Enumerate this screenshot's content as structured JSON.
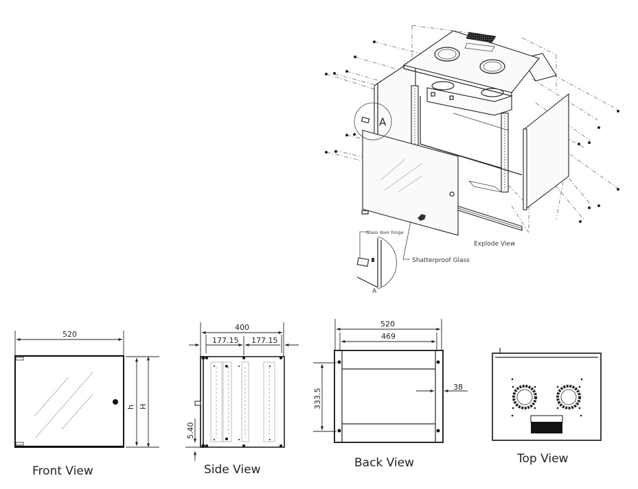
{
  "diagram": {
    "explode_view": {
      "title": "Explode View",
      "callouts": {
        "detail_marker": "A",
        "detail_label": "A",
        "glass_door_hinge": "Glass door hinge",
        "shatterproof_glass": "Shatterproof  Glass"
      }
    },
    "front_view": {
      "title": "Front View",
      "width_dim": "520",
      "inner_height_label": "h",
      "outer_height_label": "H"
    },
    "side_view": {
      "title": "Side View",
      "depth_dim": "400",
      "left_spacing_dim": "177.15",
      "right_spacing_dim": "177.15",
      "offset_dim": "5.40"
    },
    "back_view": {
      "title": "Back View",
      "outer_width_dim": "520",
      "inner_width_dim": "469",
      "hole_spacing_dim": "333.5",
      "side_offset_dim": "38"
    },
    "top_view": {
      "title": "Top View"
    }
  }
}
